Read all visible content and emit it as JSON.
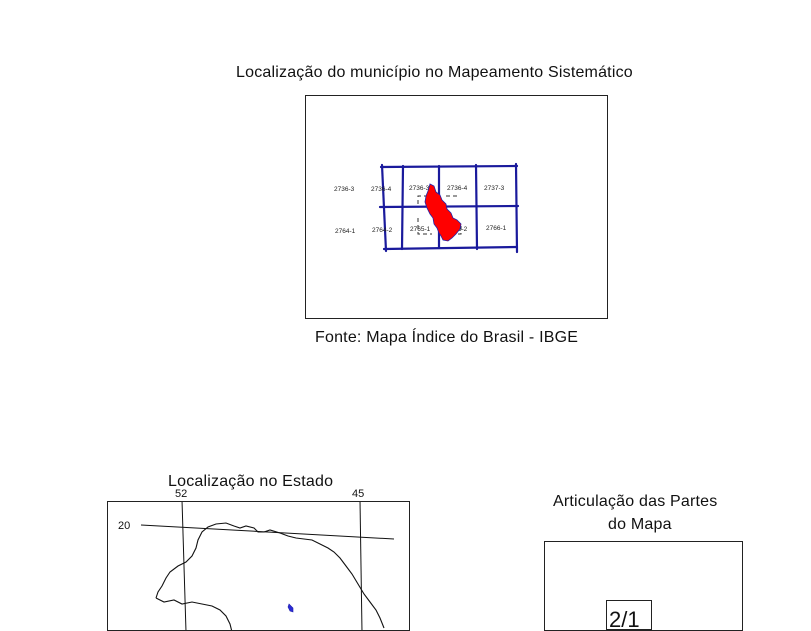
{
  "sistematico": {
    "title": "Localização do município no Mapeamento Sistemático",
    "source": "Fonte: Mapa Índice do Brasil - IBGE",
    "sheets": [
      "2736-3",
      "2736-4",
      "2736-3",
      "2736-4",
      "2737-3",
      "2764-1",
      "2764-2",
      "2765-1",
      "2765-2",
      "2766-1"
    ]
  },
  "estado": {
    "title": "Localização no Estado",
    "longitudes": [
      "52",
      "45"
    ],
    "latitudes": [
      "20"
    ]
  },
  "articulacao": {
    "title_line1": "Articulação das Partes",
    "title_line2": "do Mapa",
    "part_label": "2/1"
  },
  "colors": {
    "grid": "#1a1a9c",
    "municipality_fill": "#ff0000",
    "municipality_outline": "#2222aa",
    "state_marker": "#2b2bd6"
  }
}
